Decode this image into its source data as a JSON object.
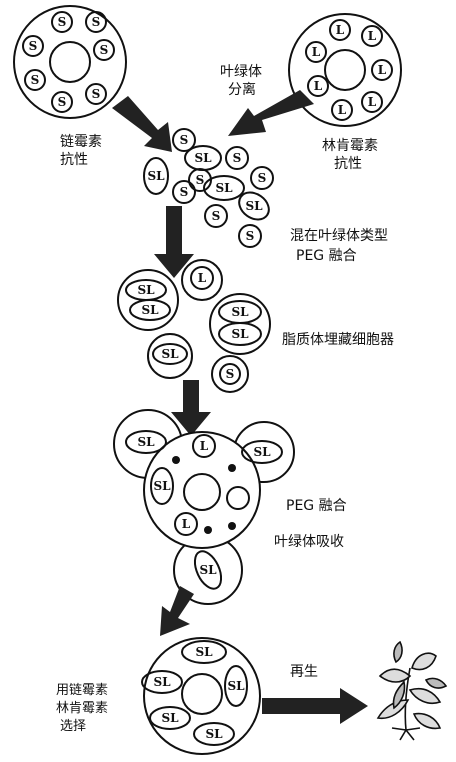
{
  "labels": {
    "strep_resistance": [
      "链霉素",
      "抗性"
    ],
    "chloroplast_isolation": [
      "叶绿体",
      "分离"
    ],
    "lincomycin_resistance": [
      "林肯霉素",
      "抗性"
    ],
    "mixed_peg": [
      "混在叶绿体类型",
      "PEG 融合"
    ],
    "liposome": [
      "脂质体埋藏细胞器"
    ],
    "peg_fusion": [
      "PEG 融合"
    ],
    "chloroplast_uptake": [
      "叶绿体吸收"
    ],
    "selection": [
      "用链霉素",
      "林肯霉素",
      "选择"
    ],
    "regeneration": [
      "再生"
    ]
  },
  "tokens": {
    "S": "S",
    "L": "L",
    "SL": "SL"
  }
}
